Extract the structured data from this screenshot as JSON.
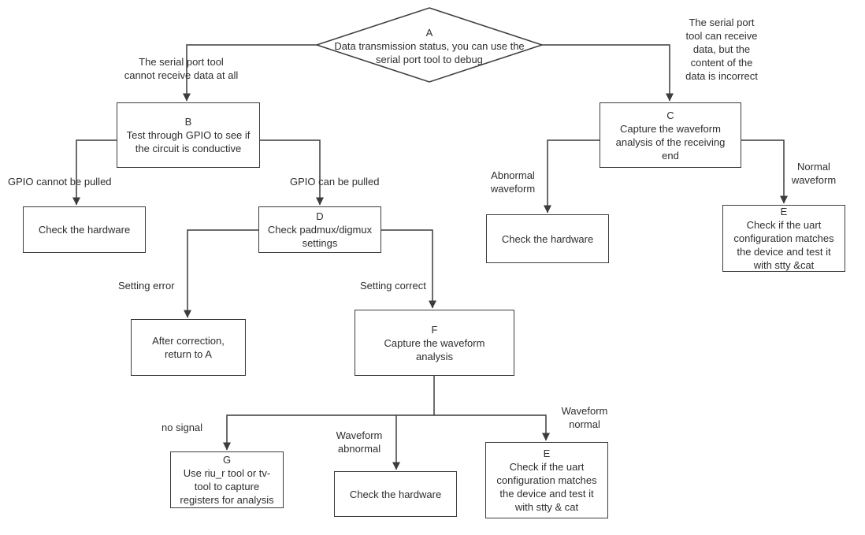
{
  "colors": {
    "stroke": "#3c3c3c",
    "text": "#2e2e2e",
    "background": "#ffffff"
  },
  "nodes": {
    "a": {
      "label": "A",
      "text": "Data transmission status, you can use the\nserial port tool to debug"
    },
    "b": {
      "label": "B",
      "text": "Test through GPIO to see if\nthe circuit is conductive"
    },
    "c": {
      "label": "C",
      "text": "Capture the waveform\nanalysis of the receiving\nend"
    },
    "check_hw_left": {
      "text": "Check the hardware"
    },
    "d": {
      "label": "D",
      "text": "Check padmux/digmux\nsettings"
    },
    "check_hw_right": {
      "text": "Check the hardware"
    },
    "e_top": {
      "label": "E",
      "text": "Check if the uart\nconfiguration matches\nthe device and test it\nwith stty &cat"
    },
    "after_correction": {
      "text": "After correction,\nreturn to A"
    },
    "f": {
      "label": "F",
      "text": "Capture the waveform\nanalysis"
    },
    "g": {
      "label": "G",
      "text": "Use riu_r tool or tv-\ntool to capture\nregisters for analysis"
    },
    "check_hw_bottom": {
      "text": "Check the hardware"
    },
    "e_bottom": {
      "label": "E",
      "text": "Check if the uart\nconfiguration matches\nthe device and test it\nwith stty & cat"
    }
  },
  "edge_labels": {
    "serial_cannot_receive": "The serial port tool\ncannot receive data at all",
    "serial_can_receive": "The serial port\ntool can receive\ndata, but the\ncontent of the\ndata is incorrect",
    "gpio_cannot": "GPIO cannot be pulled",
    "gpio_can": "GPIO can be pulled",
    "abnormal_waveform": "Abnormal\nwaveform",
    "normal_waveform": "Normal\nwaveform",
    "setting_error": "Setting error",
    "setting_correct": "Setting correct",
    "no_signal": "no signal",
    "waveform_abnormal": "Waveform\nabnormal",
    "waveform_normal": "Waveform\nnormal"
  }
}
